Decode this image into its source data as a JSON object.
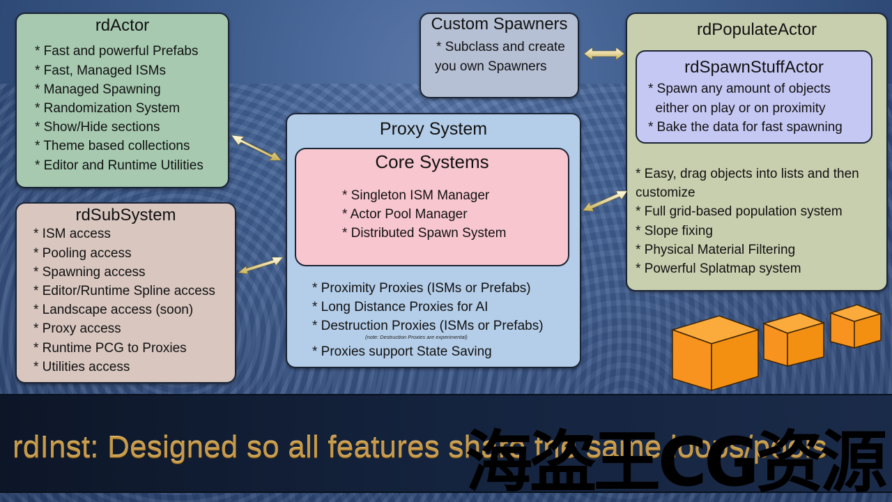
{
  "rdactor": {
    "title": "rdActor",
    "items": [
      "* Fast and powerful Prefabs",
      "* Fast, Managed ISMs",
      "* Managed Spawning",
      "* Randomization System",
      "* Show/Hide sections",
      "* Theme based collections",
      "* Editor and Runtime Utilities"
    ]
  },
  "rdsubsystem": {
    "title": "rdSubSystem",
    "items": [
      "* ISM access",
      "* Pooling access",
      "* Spawning access",
      "* Editor/Runtime Spline access",
      "* Landscape access (soon)",
      "* Proxy access",
      "* Runtime PCG to Proxies",
      "* Utilities access"
    ]
  },
  "custom_spawners": {
    "title": "Custom Spawners",
    "items": [
      "* Subclass and create",
      "you own Spawners"
    ]
  },
  "rdpopulateactor": {
    "title": "rdPopulateActor",
    "rdspawnstuffactor": {
      "title": "rdSpawnStuffActor",
      "items": [
        "* Spawn any amount of objects",
        "  either on play or on proximity",
        "* Bake the data for fast spawning"
      ]
    },
    "items": [
      "* Easy, drag objects into lists and then",
      "customize",
      "* Full grid-based population system",
      "* Slope fixing",
      "* Physical Material Filtering",
      "* Powerful Splatmap system"
    ]
  },
  "proxy_system": {
    "title": "Proxy System",
    "core_systems": {
      "title": "Core Systems",
      "items": [
        "* Singleton ISM Manager",
        "* Actor Pool Manager",
        "* Distributed Spawn System"
      ]
    },
    "items": [
      "* Proximity Proxies (ISMs or Prefabs)",
      "* Long Distance Proxies for AI",
      "* Destruction Proxies (ISMs or Prefabs)"
    ],
    "note": "(note: Destruction Proxies are experimental)",
    "last_item": "* Proxies support State Saving"
  },
  "banner": {
    "text": "rdInst: Designed so all features share the same loops/pools"
  },
  "watermark": {
    "text": "海盗王CG资源"
  },
  "colors": {
    "rdactor_bg": "#a6c9b0",
    "rdsubsystem_bg": "#d8c6bf",
    "custom_bg": "#b6c0d4",
    "populate_bg": "#c8cfae",
    "spawnstuff_bg": "#c6c8f4",
    "proxy_bg": "#b4cde8",
    "core_bg": "#f8c6cf",
    "banner_text": "#c69a4a",
    "cube": "#f7931e",
    "arrow": "#f3eab0"
  },
  "icons": {
    "arrows": "double-headed-arrow-icon",
    "cubes": "orange-cube-icon"
  }
}
